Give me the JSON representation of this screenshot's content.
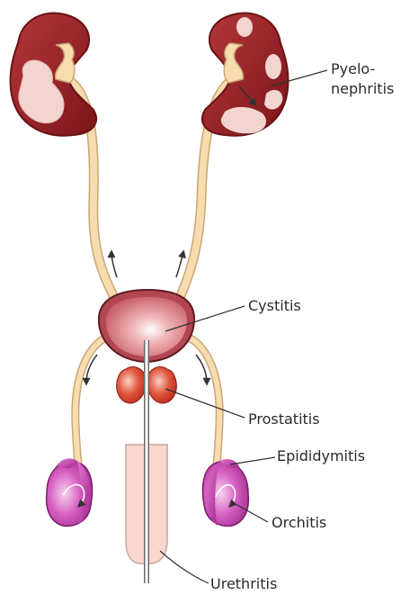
{
  "labels": {
    "pyelo_line1": "Pyelo-",
    "pyelo_line2": "nephritis",
    "cystitis": "Cystitis",
    "prostatitis": "Prostatitis",
    "epididymitis": "Epididymitis",
    "orchitis": "Orchitis",
    "urethritis": "Urethritis"
  },
  "colors": {
    "kidney": "#9b1f24",
    "kidney_outline": "#6a1216",
    "lesion": "#f2d4d0",
    "ureter": "#f6dcae",
    "ureter_outline": "#caa777",
    "bladder": "#c9646c",
    "bladder_inner": "#dd8a8f",
    "prostate": "#d43a2a",
    "testis": "#c23aa8",
    "penis": "#f9d6cf",
    "line": "#333333"
  }
}
